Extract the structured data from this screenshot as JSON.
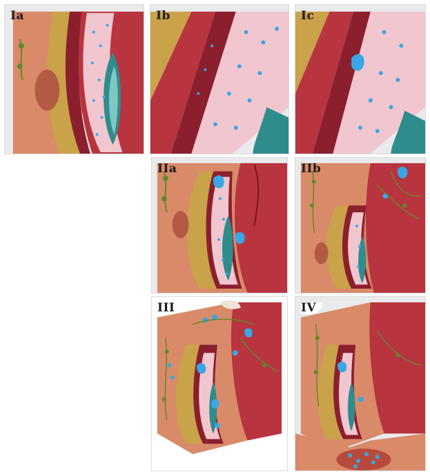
{
  "figure": {
    "panels": [
      {
        "id": "Ia",
        "label": "Ia"
      },
      {
        "id": "Ib",
        "label": "Ib"
      },
      {
        "id": "Ic",
        "label": "Ic"
      },
      {
        "id": "IIa",
        "label": "IIa"
      },
      {
        "id": "IIb",
        "label": "IIb"
      },
      {
        "id": "III",
        "label": "III"
      },
      {
        "id": "IV",
        "label": "IV"
      }
    ],
    "colors": {
      "frame": "#e9eaec",
      "skin": "#d98a68",
      "fat": "#c9a24a",
      "capsule": "#8c1f2e",
      "muscle": "#b8343f",
      "tissue_pink": "#f2c6cf",
      "implant": "#2f8c8c",
      "tumor_cells": "#3aa6e6",
      "lymph": "#5f8a2a"
    }
  }
}
